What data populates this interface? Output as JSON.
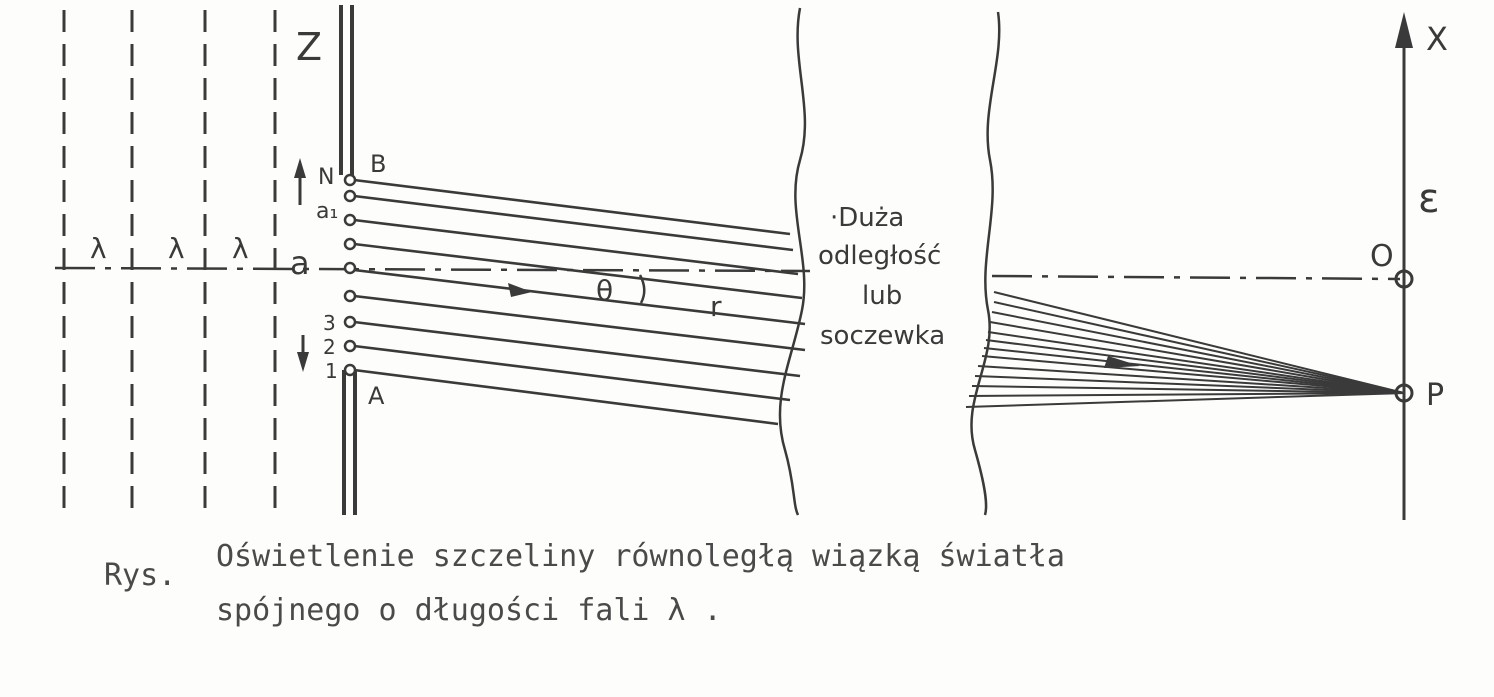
{
  "labels": {
    "z_axis": "Z",
    "x_axis": "X",
    "epsilon": "ε",
    "origin": "O",
    "point": "P",
    "lambda": "λ",
    "a": "a",
    "a1": "a₁",
    "b": "B",
    "n": "N",
    "edge_a": "A",
    "n1": "1",
    "n2": "2",
    "n3": "3",
    "theta": "θ",
    "r": "r",
    "middle_line1": "·Duża",
    "middle_line2": "odległość",
    "middle_line3": "lub",
    "middle_line4": "soczewka"
  },
  "caption": {
    "prefix": "Rys.",
    "line1": "Oświetlenie szczeliny równoległą wiązką światła",
    "line2": "spójnego o długości fali λ ."
  }
}
